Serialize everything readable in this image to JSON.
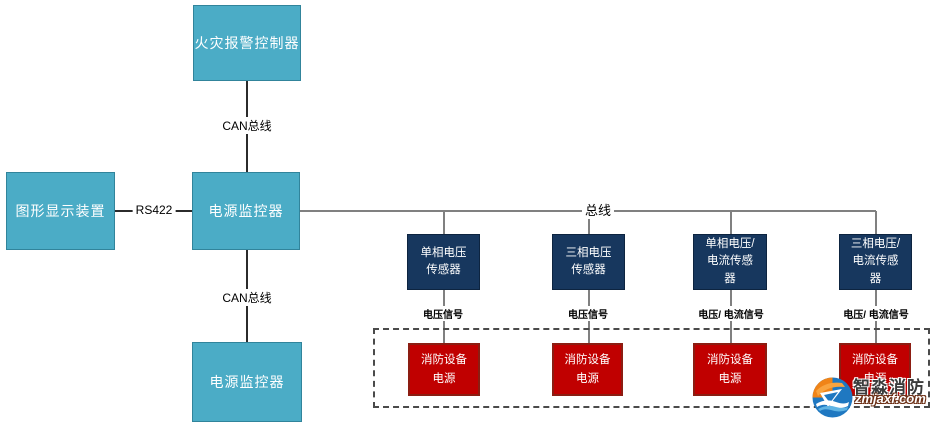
{
  "diagram": {
    "nodes": {
      "fire_alarm_controller": {
        "label": "火灾报警控制器"
      },
      "graphic_display": {
        "label": "图形显示装置"
      },
      "power_monitor_top": {
        "label": "电源监控器"
      },
      "power_monitor_bottom": {
        "label": "电源监控器"
      },
      "sensor_single_phase_voltage": {
        "label": "单相电压\n传感器"
      },
      "sensor_three_phase_voltage": {
        "label": "三相电压\n传感器"
      },
      "sensor_single_phase_voltage_current": {
        "label": "单相电压/\n电流传感\n器"
      },
      "sensor_three_phase_voltage_current": {
        "label": "三相电压/\n电流传感\n器"
      },
      "fire_equipment_power_1": {
        "label": "消防设备\n电源"
      },
      "fire_equipment_power_2": {
        "label": "消防设备\n电源"
      },
      "fire_equipment_power_3": {
        "label": "消防设备\n电源"
      },
      "fire_equipment_power_4": {
        "label": "消防设备\n电源"
      }
    },
    "edge_labels": {
      "can_bus_top": "CAN总线",
      "can_bus_bottom": "CAN总线",
      "rs422": "RS422",
      "bus": "总线",
      "signal_voltage_1": "电压信号",
      "signal_voltage_2": "电压信号",
      "signal_voltage_current_1": "电压/ 电流信号",
      "signal_voltage_current_2": "电压/ 电流信号"
    },
    "colors": {
      "teal_fill": "#4BACC6",
      "teal_border": "#31849B",
      "navy_fill": "#17375E",
      "navy_border": "#0D2440",
      "red_fill": "#C00000",
      "red_border": "#8C1D12",
      "line_dark": "#2B2B2B",
      "line_gray": "#808080",
      "dashed_border": "#4A4A4A"
    }
  },
  "watermark": {
    "brand": "智淼消防",
    "url": "zmjaxf.com"
  }
}
